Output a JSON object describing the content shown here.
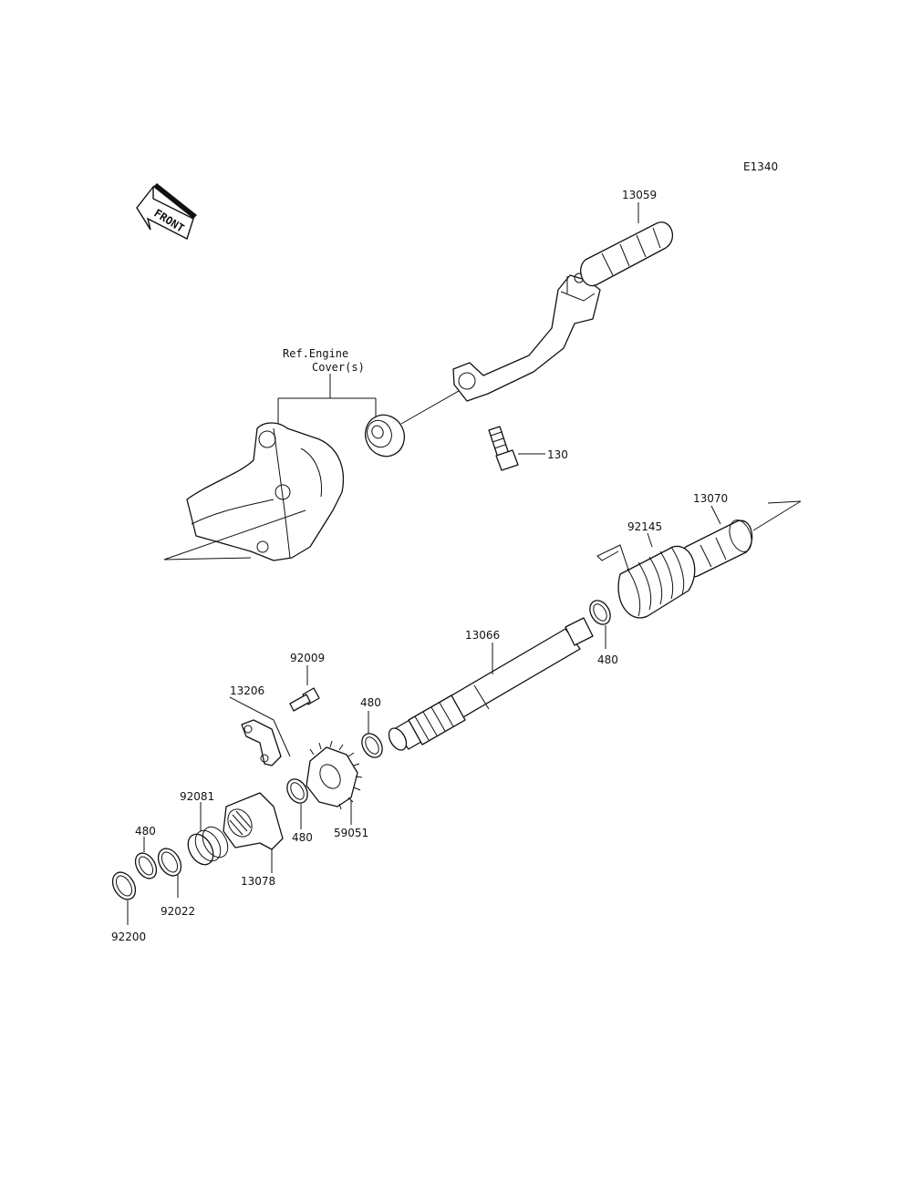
{
  "diagram_code": "E1340",
  "front_arrow_text": "FRONT",
  "ref_note": {
    "line1": "Ref.Engine",
    "line2": "Cover(s)"
  },
  "parts": [
    {
      "key": "kick_pedal",
      "number": "13059"
    },
    {
      "key": "bolt",
      "number": "130"
    },
    {
      "key": "guide",
      "number": "13070"
    },
    {
      "key": "spring",
      "number": "92145"
    },
    {
      "key": "kick_shaft",
      "number": "13066"
    },
    {
      "key": "circlip_right",
      "number": "480"
    },
    {
      "key": "screw",
      "number": "92009"
    },
    {
      "key": "stopper_plate",
      "number": "13206"
    },
    {
      "key": "circlip_mid",
      "number": "480"
    },
    {
      "key": "kick_gear",
      "number": "59051"
    },
    {
      "key": "circlip_gear",
      "number": "480"
    },
    {
      "key": "spring_small",
      "number": "92081"
    },
    {
      "key": "ratchet",
      "number": "13078"
    },
    {
      "key": "circlip_left",
      "number": "480"
    },
    {
      "key": "washer_92022",
      "number": "92022"
    },
    {
      "key": "washer_92200",
      "number": "92200"
    }
  ]
}
